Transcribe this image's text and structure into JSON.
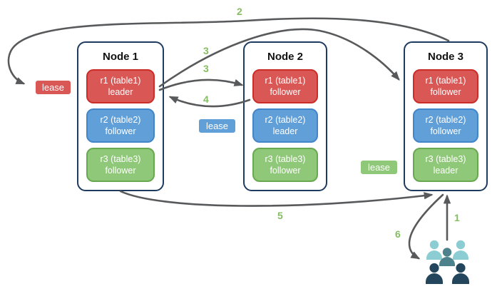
{
  "diagram": {
    "nodes": [
      {
        "title": "Node 1",
        "replicas": [
          {
            "name": "r1 (table1)",
            "role": "leader",
            "color": "red"
          },
          {
            "name": "r2 (table2)",
            "role": "follower",
            "color": "blue"
          },
          {
            "name": "r3 (table3)",
            "role": "follower",
            "color": "green"
          }
        ]
      },
      {
        "title": "Node 2",
        "replicas": [
          {
            "name": "r1 (table1)",
            "role": "follower",
            "color": "red"
          },
          {
            "name": "r2 (table2)",
            "role": "leader",
            "color": "blue"
          },
          {
            "name": "r3 (table3)",
            "role": "follower",
            "color": "green"
          }
        ]
      },
      {
        "title": "Node 3",
        "replicas": [
          {
            "name": "r1 (table1)",
            "role": "follower",
            "color": "red"
          },
          {
            "name": "r2 (table2)",
            "role": "follower",
            "color": "blue"
          },
          {
            "name": "r3 (table3)",
            "role": "leader",
            "color": "green"
          }
        ]
      }
    ],
    "leases": [
      {
        "text": "lease",
        "color": "red"
      },
      {
        "text": "lease",
        "color": "blue"
      },
      {
        "text": "lease",
        "color": "green"
      }
    ],
    "steps": [
      {
        "text": "1"
      },
      {
        "text": "2"
      },
      {
        "text": "3"
      },
      {
        "text": "3"
      },
      {
        "text": "4"
      },
      {
        "text": "5"
      },
      {
        "text": "6"
      }
    ],
    "icons": {
      "users_icon": "users-group"
    },
    "colors": {
      "replica_red": "#d95755",
      "replica_red_border": "#cb2e28",
      "replica_blue": "#609fd7",
      "replica_blue_border": "#4285c8",
      "replica_green": "#8fc878",
      "replica_green_border": "#68a850",
      "node_border": "#1e3a5f",
      "arrow": "#58595b",
      "step_label": "#85bd63",
      "users_light_teal": "#8ccdd3",
      "users_mid_teal": "#4d828c",
      "users_dark_navy": "#24465c"
    }
  }
}
